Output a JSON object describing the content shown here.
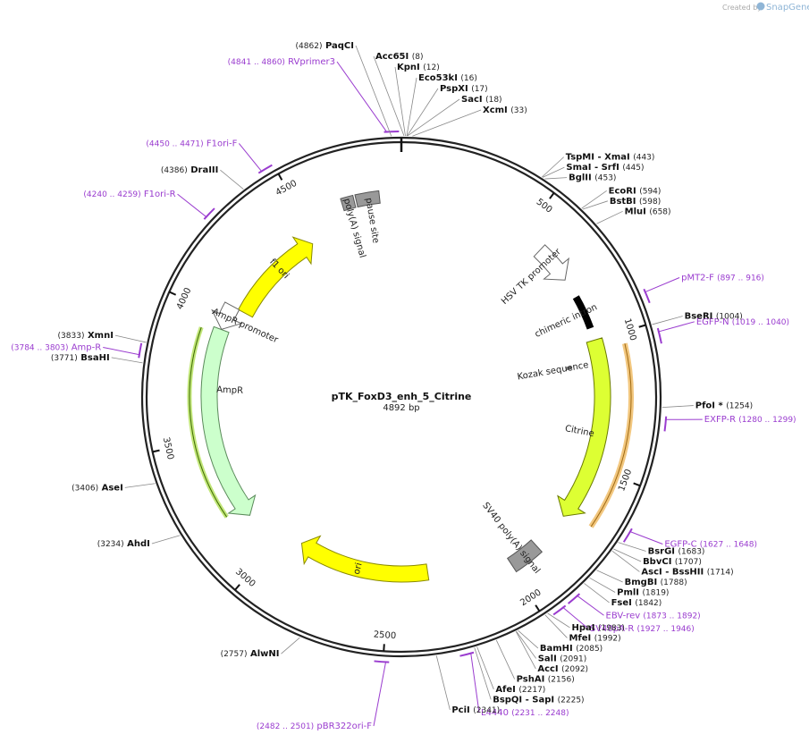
{
  "credit": {
    "prefix": "Created by",
    "brand": "SnapGene"
  },
  "plasmid": {
    "name": "pTK_FoxD3_enh_5_Citrine",
    "size_label": "4892 bp",
    "length": 4892
  },
  "ticks": [
    {
      "bp": 500,
      "label": "500"
    },
    {
      "bp": 1000,
      "label": "1000"
    },
    {
      "bp": 1500,
      "label": "1500"
    },
    {
      "bp": 2000,
      "label": "2000"
    },
    {
      "bp": 2500,
      "label": "2500"
    },
    {
      "bp": 3000,
      "label": "3000"
    },
    {
      "bp": 3500,
      "label": "3500"
    },
    {
      "bp": 4000,
      "label": "4000"
    },
    {
      "bp": 4500,
      "label": "4500"
    }
  ],
  "sites": [
    {
      "bp": 4862,
      "name": "PaqCI",
      "pos": "(4862)"
    },
    {
      "bp": 8,
      "name": "Acc65I",
      "pos": "(8)"
    },
    {
      "bp": 12,
      "name": "KpnI",
      "pos": "(12)"
    },
    {
      "bp": 16,
      "name": "Eco53kI",
      "pos": "(16)"
    },
    {
      "bp": 17,
      "name": "PspXI",
      "pos": "(17)"
    },
    {
      "bp": 18,
      "name": "SacI",
      "pos": "(18)"
    },
    {
      "bp": 33,
      "name": "XcmI",
      "pos": "(33)"
    },
    {
      "bp": 443,
      "name": "TspMI",
      "name2": "XmaI",
      "pos": "(443)"
    },
    {
      "bp": 445,
      "name": "SmaI",
      "name2": "SrfI",
      "pos": "(445)"
    },
    {
      "bp": 453,
      "name": "BglII",
      "pos": "(453)"
    },
    {
      "bp": 594,
      "name": "EcoRI",
      "pos": "(594)"
    },
    {
      "bp": 598,
      "name": "BstBI",
      "pos": "(598)"
    },
    {
      "bp": 658,
      "name": "MluI",
      "pos": "(658)"
    },
    {
      "bp": 1004,
      "name": "BseRI",
      "pos": "(1004)"
    },
    {
      "bp": 1254,
      "name": "PfoI *",
      "pos": "(1254)"
    },
    {
      "bp": 1683,
      "name": "BsrGI",
      "pos": "(1683)"
    },
    {
      "bp": 1707,
      "name": "BbvCI",
      "pos": "(1707)"
    },
    {
      "bp": 1714,
      "name": "AscI",
      "name2": "BssHII",
      "pos": "(1714)"
    },
    {
      "bp": 1788,
      "name": "BmgBI",
      "pos": "(1788)"
    },
    {
      "bp": 1819,
      "name": "PmlI",
      "pos": "(1819)"
    },
    {
      "bp": 1842,
      "name": "FseI",
      "pos": "(1842)"
    },
    {
      "bp": 1983,
      "name": "HpaI",
      "pos": "(1983)"
    },
    {
      "bp": 1992,
      "name": "MfeI",
      "pos": "(1992)"
    },
    {
      "bp": 2085,
      "name": "BamHI",
      "pos": "(2085)"
    },
    {
      "bp": 2091,
      "name": "SalI",
      "pos": "(2091)"
    },
    {
      "bp": 2092,
      "name": "AccI",
      "pos": "(2092)"
    },
    {
      "bp": 2156,
      "name": "PshAI",
      "pos": "(2156)"
    },
    {
      "bp": 2217,
      "name": "AfeI",
      "pos": "(2217)"
    },
    {
      "bp": 2225,
      "name": "BspQI",
      "name2": "SapI",
      "pos": "(2225)"
    },
    {
      "bp": 2341,
      "name": "PciI",
      "pos": "(2341)"
    },
    {
      "bp": 2757,
      "name": "AlwNI",
      "pos": "(2757)"
    },
    {
      "bp": 3234,
      "name": "AhdI",
      "pos": "(3234)"
    },
    {
      "bp": 3406,
      "name": "AseI",
      "pos": "(3406)"
    },
    {
      "bp": 3771,
      "name": "BsaHI",
      "pos": "(3771)"
    },
    {
      "bp": 3833,
      "name": "XmnI",
      "pos": "(3833)"
    },
    {
      "bp": 4386,
      "name": "DraIII",
      "pos": "(4386)"
    }
  ],
  "primers": [
    {
      "start": 4841,
      "end": 4860,
      "name": "RVprimer3",
      "range": "(4841 .. 4860)"
    },
    {
      "start": 4450,
      "end": 4471,
      "name": "F1ori-F",
      "range": "(4450 .. 4471)"
    },
    {
      "start": 4240,
      "end": 4259,
      "name": "F1ori-R",
      "range": "(4240 .. 4259)"
    },
    {
      "start": 3784,
      "end": 3803,
      "name": "Amp-R",
      "range": "(3784 .. 3803)"
    },
    {
      "start": 897,
      "end": 916,
      "name": "pMT2-F",
      "range": "(897 .. 916)"
    },
    {
      "start": 1019,
      "end": 1040,
      "name": "EGFP-N",
      "range": "(1019 .. 1040)"
    },
    {
      "start": 1280,
      "end": 1299,
      "name": "EXFP-R",
      "range": "(1280 .. 1299)"
    },
    {
      "start": 1627,
      "end": 1648,
      "name": "EGFP-C",
      "range": "(1627 .. 1648)"
    },
    {
      "start": 1873,
      "end": 1892,
      "name": "EBV-rev",
      "range": "(1873 .. 1892)"
    },
    {
      "start": 1927,
      "end": 1946,
      "name": "SV40pA-R",
      "range": "(1927 .. 1946)"
    },
    {
      "start": 2231,
      "end": 2248,
      "name": "L4440",
      "range": "(2231 .. 2248)"
    },
    {
      "start": 2482,
      "end": 2501,
      "name": "pBR322ori-F",
      "range": "(2482 .. 2501)"
    }
  ],
  "features": [
    {
      "name": "f1 ori",
      "start": 4052,
      "end": 4483,
      "fill": "#ffff00",
      "stroke": "#8a8a00"
    },
    {
      "name": "ori",
      "start": 2330,
      "end": 2912,
      "fill": "#ffff00",
      "stroke": "#8a8a00"
    },
    {
      "name": "AmpR",
      "start": 3153,
      "end": 3948,
      "fill": "#ccffcc",
      "stroke": "#5a8a5a"
    },
    {
      "name": "AmpR promoter",
      "start": 3949,
      "end": 4053,
      "fill": "#ffffff",
      "stroke": "#666666"
    },
    {
      "name": "HSV TK promoter",
      "start": 589,
      "end": 740,
      "fill": "#ffffff",
      "stroke": "#666666"
    },
    {
      "name": "chimeric intron",
      "start": 820,
      "end": 950,
      "fill": "#000000",
      "stroke": "#000000"
    },
    {
      "name": "Kozak sequence",
      "start": 1085,
      "end": 1095,
      "fill": "#999999",
      "stroke": "#666666"
    },
    {
      "name": "Citrine",
      "start": 1000,
      "end": 1717,
      "fill": "#ddff33",
      "stroke": "#6a7a00"
    },
    {
      "name": "SV40 poly(A) signal",
      "start": 1872,
      "end": 1993,
      "fill": "#999999",
      "stroke": "#555555"
    },
    {
      "name": "poly(A) signal",
      "start": 4660,
      "end": 4708,
      "fill": "#999999",
      "stroke": "#555555"
    },
    {
      "name": "pause site",
      "start": 4716,
      "end": 4807,
      "fill": "#999999",
      "stroke": "#555555"
    }
  ],
  "colors": {
    "primer": "#9a3ccf",
    "backbone": "#222222",
    "line": "#777777"
  }
}
